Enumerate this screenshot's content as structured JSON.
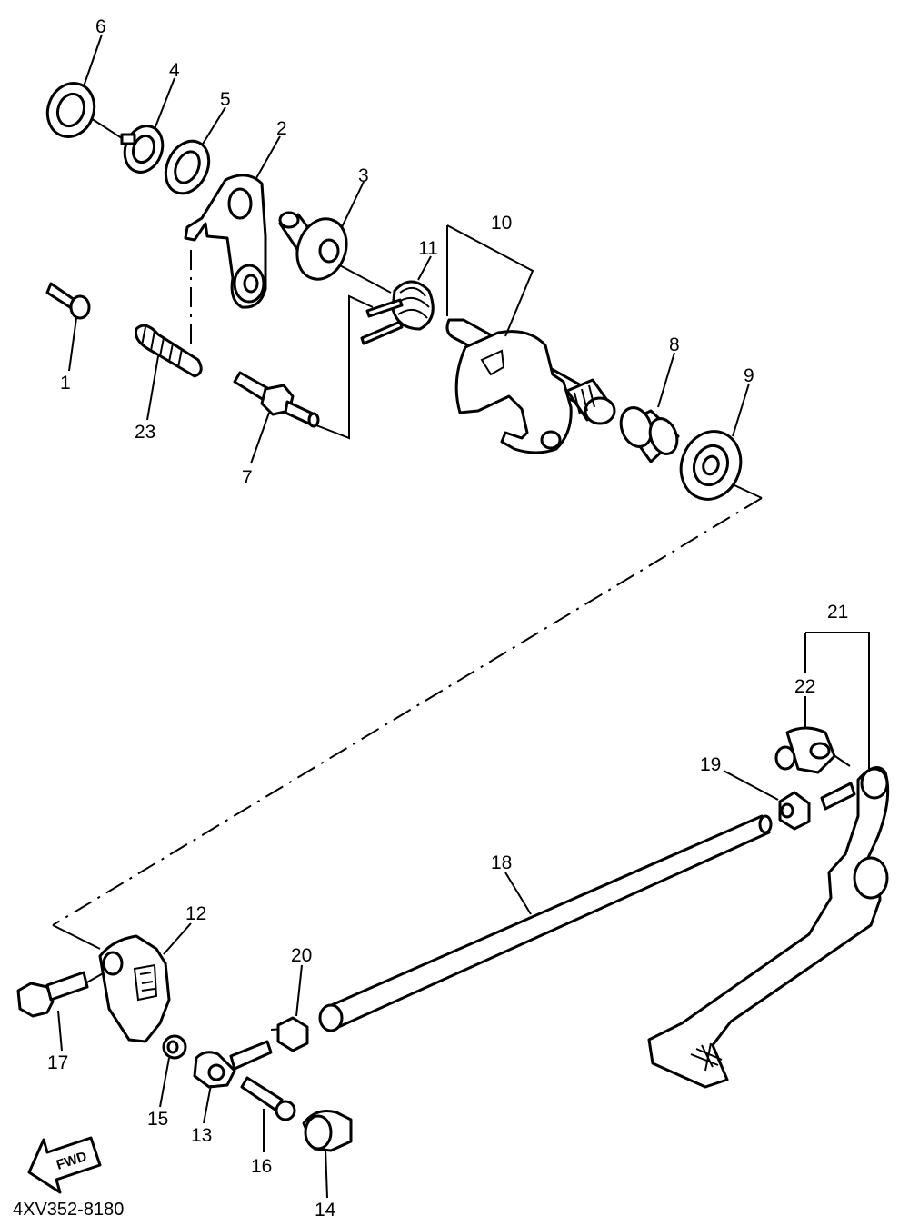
{
  "diagram_code": "4XV352-8180",
  "fwd_label": "FWD",
  "callouts": {
    "c1": "1",
    "c2": "2",
    "c3": "3",
    "c4": "4",
    "c5": "5",
    "c6": "6",
    "c7": "7",
    "c8": "8",
    "c9": "9",
    "c10": "10",
    "c11": "11",
    "c12": "12",
    "c13": "13",
    "c14": "14",
    "c15": "15",
    "c16": "16",
    "c17": "17",
    "c18": "18",
    "c19": "19",
    "c20": "20",
    "c21": "21",
    "c22": "22",
    "c23": "23"
  }
}
